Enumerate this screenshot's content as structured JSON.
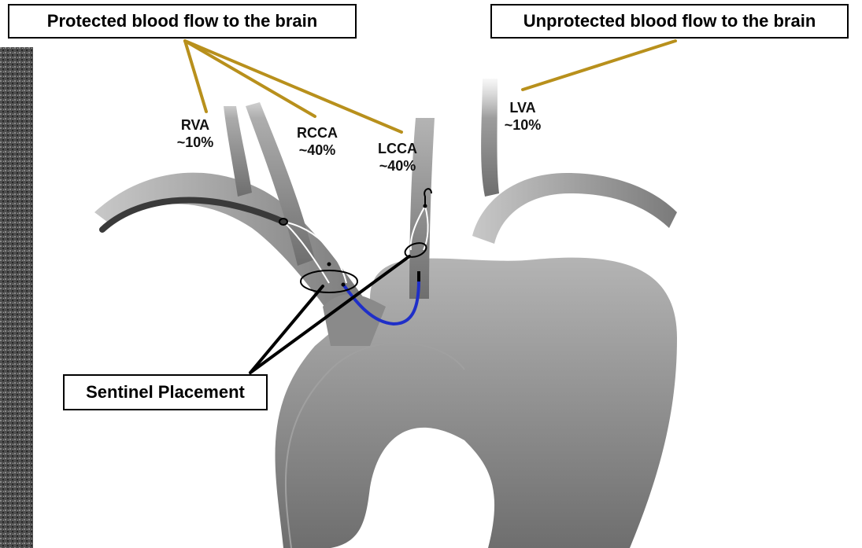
{
  "callouts": {
    "protected": "Protected blood flow to the brain",
    "unprotected": "Unprotected blood flow to the brain",
    "sentinel": "Sentinel Placement"
  },
  "vessels": [
    {
      "id": "rva",
      "name": "RVA",
      "share": "~10%"
    },
    {
      "id": "rcca",
      "name": "RCCA",
      "share": "~40%"
    },
    {
      "id": "lcca",
      "name": "LCCA",
      "share": "~40%"
    },
    {
      "id": "lva",
      "name": "LVA",
      "share": "~10%"
    }
  ],
  "colors": {
    "callout_line": "#b8901c",
    "vessel": "#8a8a8a",
    "catheter_dark": "#3a3a3a",
    "catheter_blue": "#1f2fc8",
    "pointer": "#000000",
    "xray_strip": "#5a5a5a"
  }
}
